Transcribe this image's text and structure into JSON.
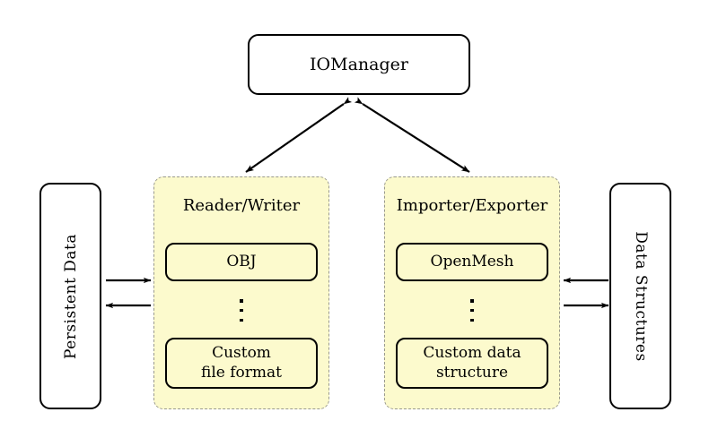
{
  "diagram": {
    "manager": {
      "label": "IOManager"
    },
    "left_endpoint": {
      "label": "Persistent Data"
    },
    "right_endpoint": {
      "label": "Data Structures"
    },
    "groups": [
      {
        "title": "Reader/Writer",
        "items": [
          {
            "label": "OBJ"
          },
          {
            "label": "Custom\nfile format"
          }
        ],
        "ellipsis": "⋮"
      },
      {
        "title": "Importer/Exporter",
        "items": [
          {
            "label": "OpenMesh"
          },
          {
            "label": "Custom data\nstructure"
          }
        ],
        "ellipsis": "⋮"
      }
    ],
    "item_labels": {
      "obj": "OBJ",
      "custom_file_format_line1": "Custom",
      "custom_file_format_line2": "file format",
      "openmesh": "OpenMesh",
      "custom_data_structure_line1": "Custom data",
      "custom_data_structure_line2": "structure"
    },
    "colors": {
      "group_fill": "#fcfacd",
      "group_border": "#9a9a8e",
      "box_border": "#000000",
      "background": "#ffffff",
      "arrow": "#000000"
    },
    "connections": [
      {
        "from": "IOManager",
        "to": "Reader/Writer",
        "style": "double-headed-diagonal"
      },
      {
        "from": "IOManager",
        "to": "Importer/Exporter",
        "style": "double-headed-diagonal"
      },
      {
        "from": "Persistent Data",
        "to": "Reader/Writer",
        "style": "arrow-right"
      },
      {
        "from": "Reader/Writer",
        "to": "Persistent Data",
        "style": "arrow-left"
      },
      {
        "from": "Data Structures",
        "to": "Importer/Exporter",
        "style": "arrow-left"
      },
      {
        "from": "Importer/Exporter",
        "to": "Data Structures",
        "style": "arrow-right"
      }
    ]
  }
}
